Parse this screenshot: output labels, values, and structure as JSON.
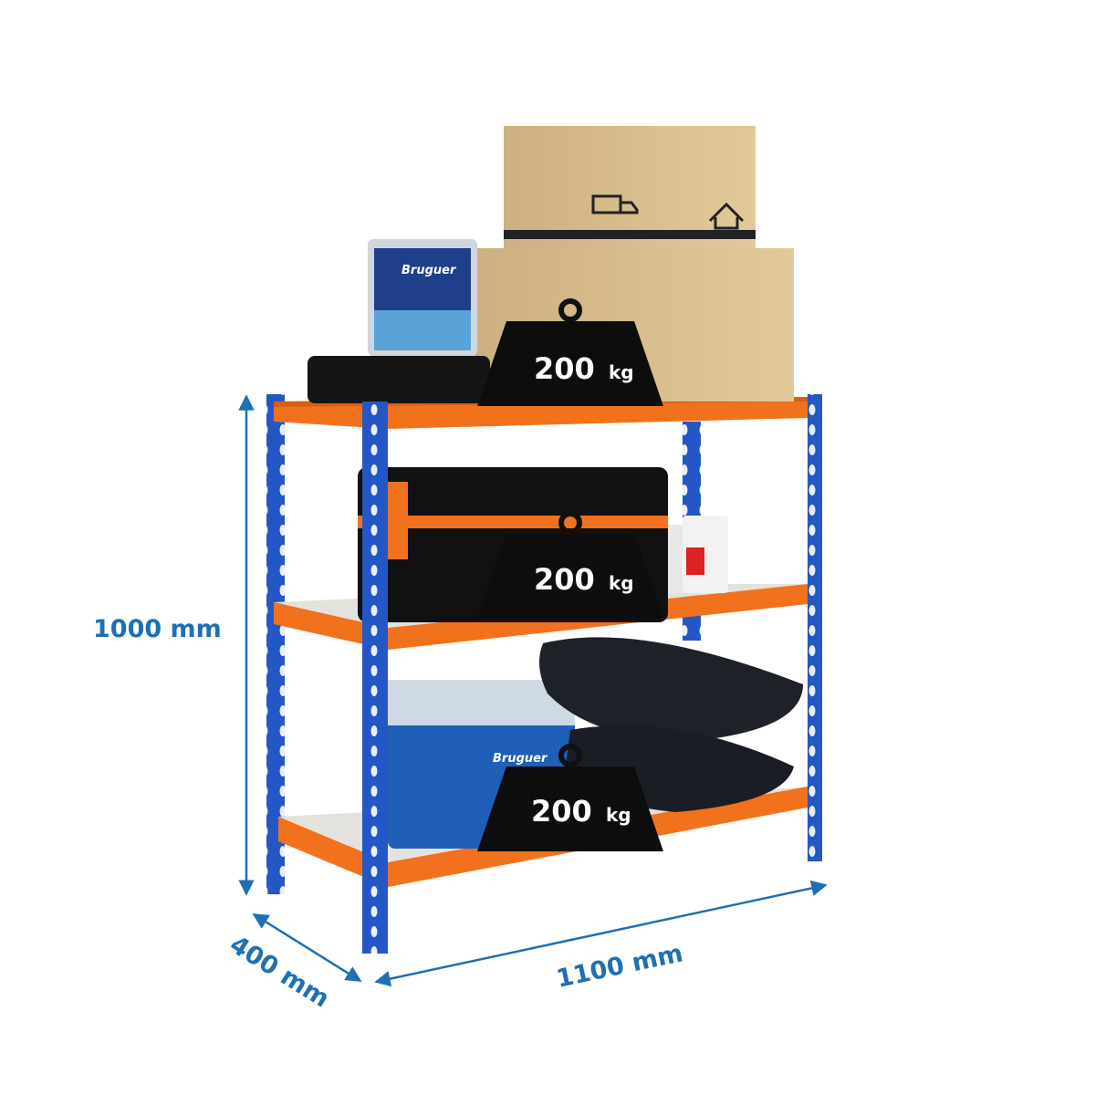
{
  "product": {
    "dimensions": {
      "height_label": "1000 mm",
      "depth_label": "400 mm",
      "width_label": "1100 mm"
    },
    "shelf_loads": [
      {
        "value": "200",
        "unit": "kg"
      },
      {
        "value": "200",
        "unit": "kg"
      },
      {
        "value": "200",
        "unit": "kg"
      }
    ],
    "brand_on_cans": "Bruguer"
  },
  "colors": {
    "upright": "#2457c5",
    "beam": "#f2711c",
    "board": "#e4e2dc",
    "dimension": "#1f6fb2",
    "weight": "#0d0d0d"
  }
}
